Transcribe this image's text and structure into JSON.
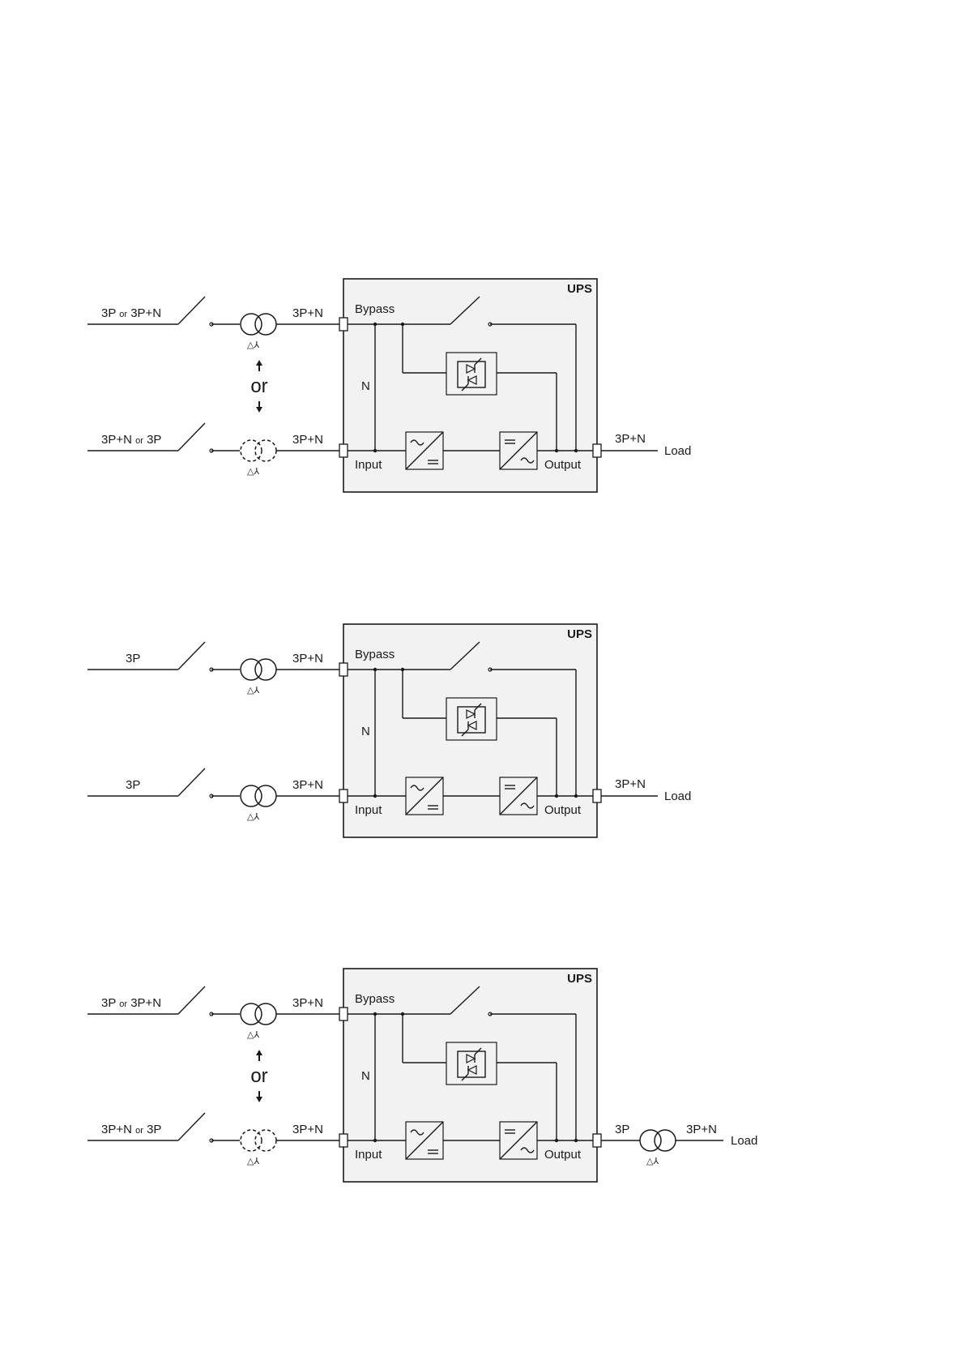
{
  "labels": {
    "ups": "UPS",
    "bypass": "Bypass",
    "neutral": "N",
    "input": "Input",
    "output": "Output",
    "load": "Load",
    "or": "or",
    "three_p": "3P",
    "three_p_n": "3P+N",
    "or_small": "or",
    "delta_wye": "△⅄"
  },
  "diagrams": [
    {
      "bypass_supply_left": "3P",
      "bypass_supply_right": "3P+N",
      "input_supply_left": "3P+N",
      "input_supply_right": "3P",
      "bypass_to_ups": "3P+N",
      "input_to_ups": "3P+N",
      "output_line": "3P+N",
      "load": "Load",
      "input_transformer_dashed": true,
      "show_or_arrow": true,
      "output_transformer": false
    },
    {
      "bypass_supply": "3P",
      "input_supply": "3P",
      "bypass_to_ups": "3P+N",
      "input_to_ups": "3P+N",
      "output_line": "3P+N",
      "load": "Load",
      "input_transformer_dashed": false,
      "show_or_arrow": false,
      "output_transformer": false
    },
    {
      "bypass_supply_left": "3P",
      "bypass_supply_right": "3P+N",
      "input_supply_left": "3P+N",
      "input_supply_right": "3P",
      "bypass_to_ups": "3P+N",
      "input_to_ups": "3P+N",
      "output_line": "3P",
      "output_after_transformer": "3P+N",
      "load": "Load",
      "input_transformer_dashed": true,
      "show_or_arrow": true,
      "output_transformer": true
    }
  ]
}
